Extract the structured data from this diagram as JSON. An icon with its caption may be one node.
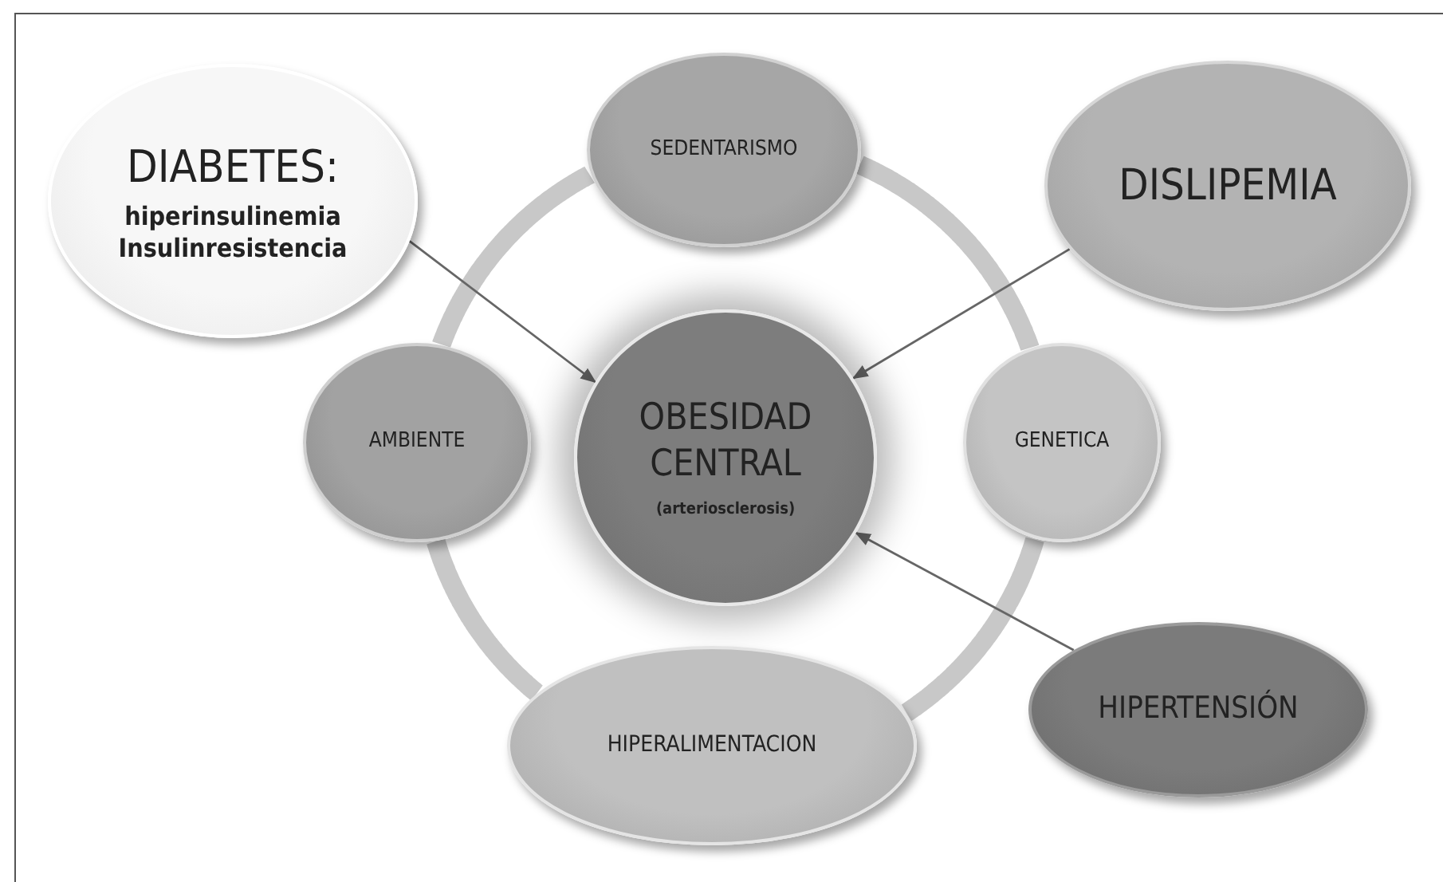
{
  "diagram": {
    "nodes": [
      {
        "text": [
          "DIABETES:",
          "hiperinsulinemia Insulinresistencia"
        ]
      },
      {
        "text": [
          "SEDENTARISMO"
        ]
      },
      {
        "text": [
          "DISLIPEMIA"
        ]
      },
      {
        "text": [
          "AMBIENTE"
        ]
      },
      {
        "text": [
          "OBESIDAD CENTRAL",
          "(arteriosclerosis)"
        ]
      },
      {
        "text": [
          "GENETICA"
        ]
      },
      {
        "text": [
          "HIPERTENSIÓN"
        ]
      },
      {
        "text": [
          "HIPERALIMENTACION"
        ]
      }
    ],
    "edges": [
      {
        "from": 1,
        "to": 5,
        "arrow": "none"
      },
      {
        "from": 5,
        "to": 7,
        "arrow": "none"
      },
      {
        "from": 7,
        "to": 3,
        "arrow": "none"
      },
      {
        "from": 3,
        "to": 1,
        "arrow": "none"
      },
      {
        "from": 0,
        "to": 4,
        "arrow": "to",
        "color": "#666666"
      },
      {
        "from": 2,
        "to": 4,
        "arrow": "to",
        "color": "#666666"
      },
      {
        "from": 6,
        "to": 4,
        "arrow": "to",
        "color": "#666666"
      }
    ]
  }
}
